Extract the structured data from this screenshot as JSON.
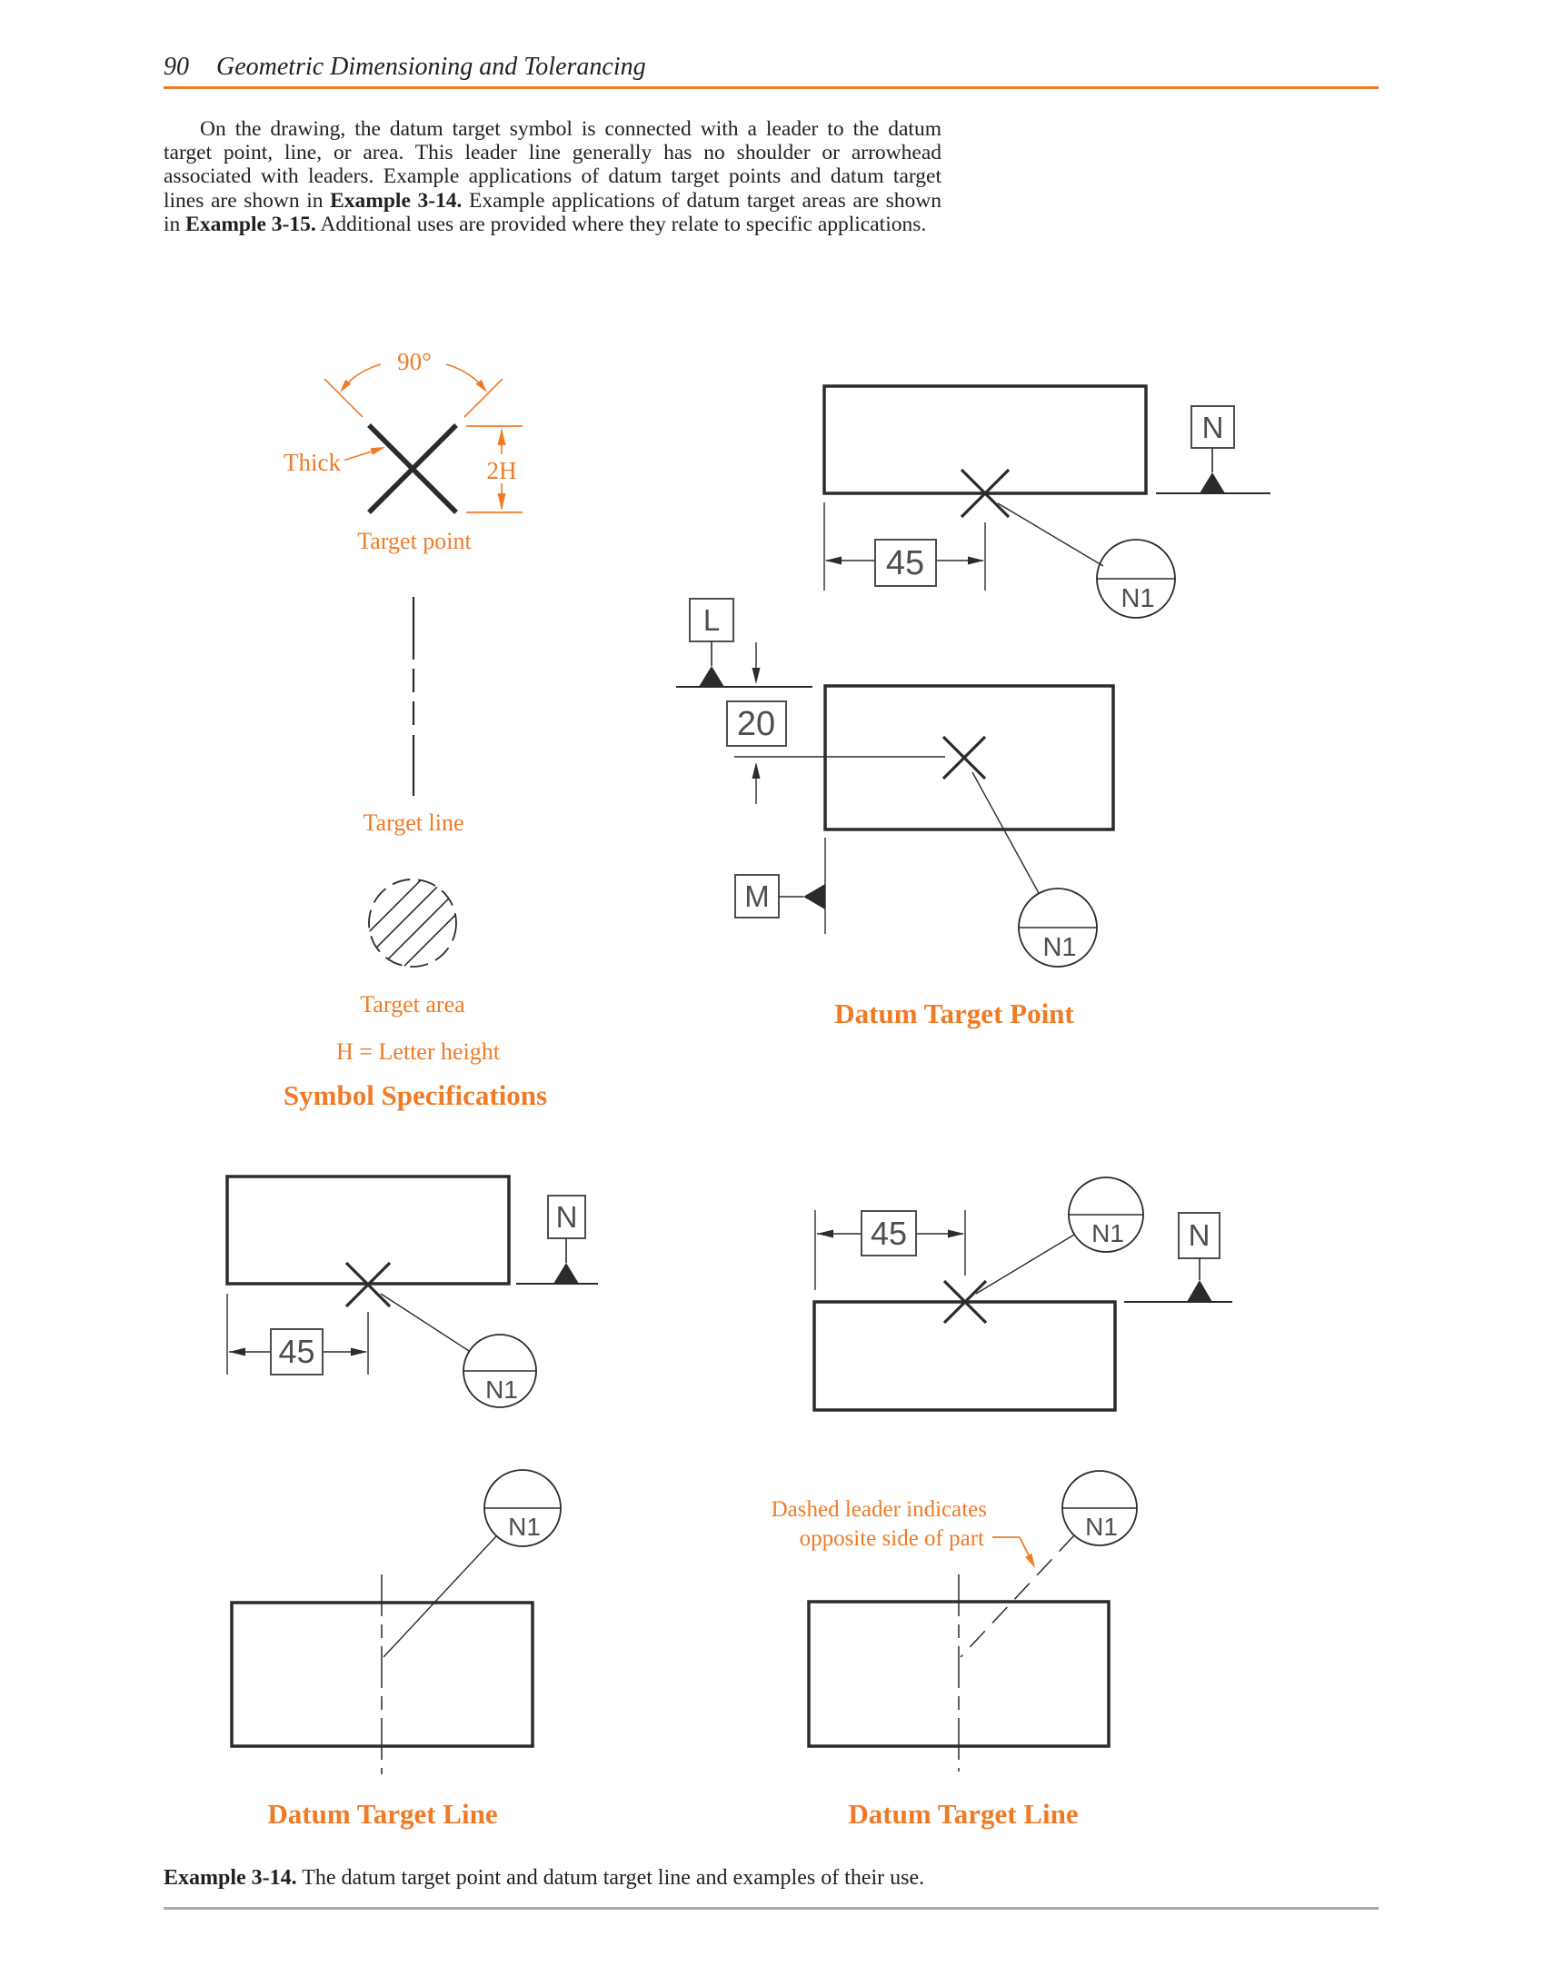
{
  "header": {
    "page_number": "90",
    "title": "Geometric Dimensioning and Tolerancing"
  },
  "paragraph": {
    "run1": "On the drawing, the datum target symbol is connected with a leader to the datum target point, line, or area. This leader line generally has no shoulder or arrowhead associated with leaders. Example applications of datum target points and datum target lines are shown in ",
    "bold1": "Example 3-14.",
    "run2": " Example applications of datum target areas are shown in ",
    "bold2": "Example 3-15.",
    "run3": " Additional uses are provided where they relate to specific applications."
  },
  "symbol_spec": {
    "angle": "90°",
    "thick": "Thick",
    "height": "2H",
    "target_point": "Target point",
    "target_line": "Target line",
    "target_area": "Target area",
    "letter_height_note": "H = Letter height",
    "title": "Symbol Specifications"
  },
  "labels": {
    "datum_n": "N",
    "datum_l": "L",
    "datum_m": "M",
    "target_n1": "N1",
    "dim_45": "45",
    "dim_20": "20"
  },
  "captions": {
    "datum_target_point": "Datum Target Point",
    "datum_target_line": "Datum Target Line"
  },
  "note": {
    "line1": "Dashed leader indicates",
    "line2": "opposite side of part"
  },
  "footer": {
    "bold": "Example 3-14.",
    "text": " The datum target point and datum target line and examples of their use."
  },
  "colors": {
    "accent": "#ef7b27",
    "line": "#2d2a2b",
    "cad_text": "#4d4e52",
    "footer_rule": "#a7a9ac"
  }
}
